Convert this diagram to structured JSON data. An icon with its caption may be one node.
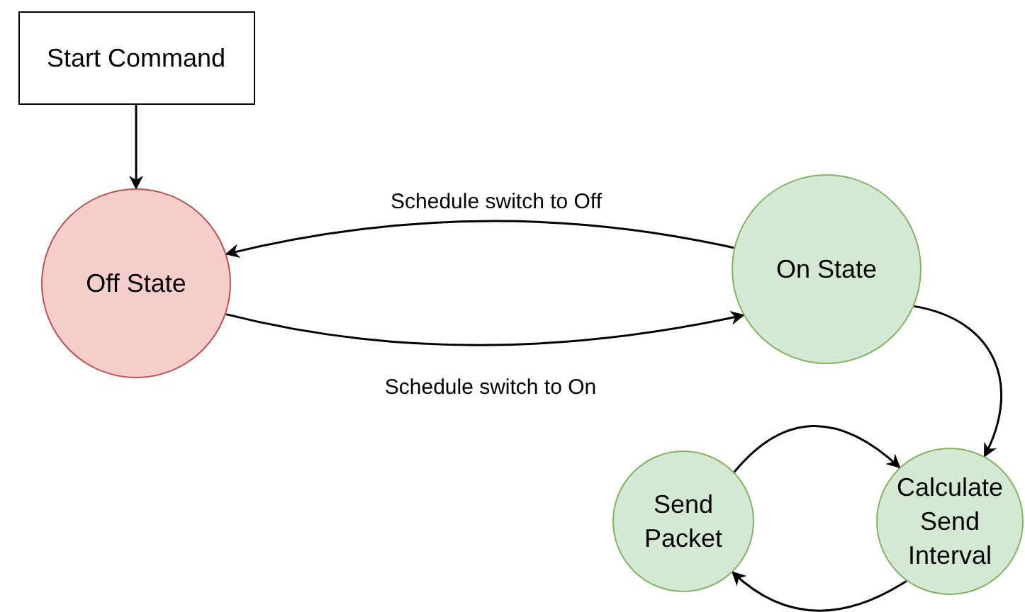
{
  "diagram": {
    "nodes": [
      {
        "text": [
          "Start Command"
        ]
      },
      {
        "text": [
          "Off State"
        ]
      },
      {
        "text": [
          "On State"
        ]
      },
      {
        "text": [
          "Send Packet"
        ]
      },
      {
        "text": [
          "Calculate Send Interval"
        ]
      }
    ],
    "edges": [
      {
        "from": 0,
        "to": 1,
        "arrow": "to"
      },
      {
        "from": 2,
        "to": 1,
        "arrow": "to",
        "label": "Schedule switch to Off"
      },
      {
        "from": 1,
        "to": 2,
        "arrow": "to",
        "label": "Schedule switch to On"
      },
      {
        "from": 2,
        "to": 4,
        "arrow": "to"
      },
      {
        "from": 3,
        "to": 4,
        "arrow": "to"
      },
      {
        "from": 4,
        "to": 3,
        "arrow": "to"
      }
    ]
  }
}
